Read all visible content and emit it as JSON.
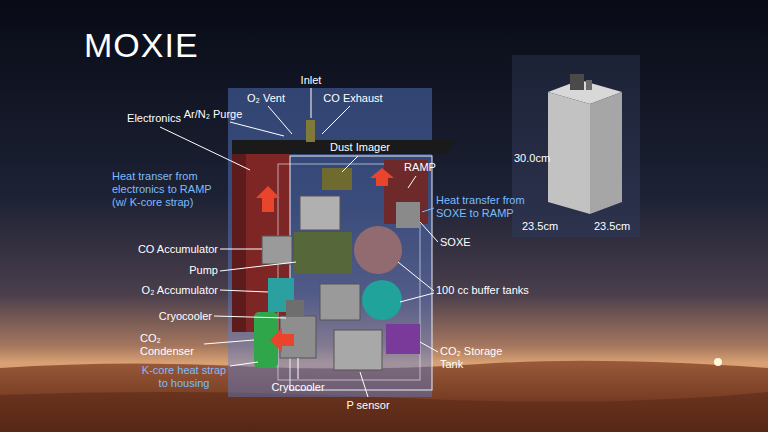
{
  "diagram": {
    "title": "MOXIE",
    "labels": [
      "Inlet",
      "O₂ Vent",
      "CO Exhaust",
      "Ar/N₂ Purge",
      "Electronics",
      "Dust Imager",
      "RAMP",
      "30.0cm",
      "23.5cm",
      "23.5cm",
      "Heat transer from electronics to RAMP (w/ K-core strap)",
      "Heat transfer from SOXE to RAMP",
      "SOXE",
      "CO Accumulator",
      "Pump",
      "O₂ Accumulator",
      "100 cc buffer tanks",
      "Cryocooler",
      "CO₂ Condenser",
      "CO₂ Storage Tank",
      "K-core heat strap to housing",
      "Cryocooler",
      "P sensor"
    ]
  }
}
